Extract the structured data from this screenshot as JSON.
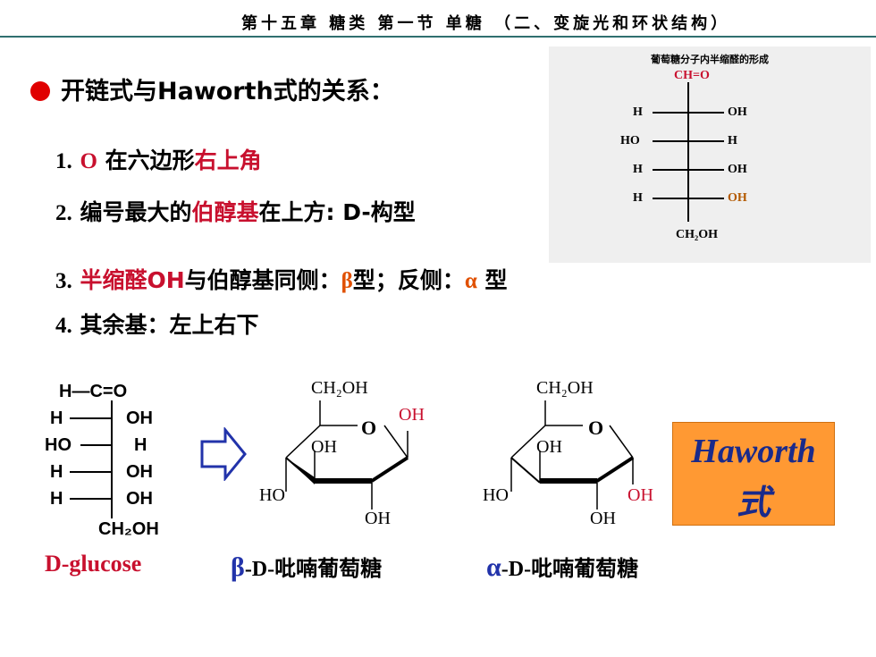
{
  "header": {
    "title": "第十五章 糖类 第一节 单糖 （二、变旋光和环状结构）"
  },
  "heading": {
    "text": "开链式与Haworth式的关系："
  },
  "rules": [
    {
      "num": "1.",
      "parts": [
        "O",
        " 在六边形",
        "右上角"
      ]
    },
    {
      "num": "2.",
      "parts": [
        "编号最大的",
        "伯醇基",
        "在上方: D-构型"
      ]
    },
    {
      "num": "3.",
      "parts": [
        "半缩醛OH",
        "与伯醇基同侧：",
        "β",
        "型；反侧：",
        "α",
        " 型"
      ]
    },
    {
      "num": "4.",
      "parts": [
        "其余基：左上右下"
      ]
    }
  ],
  "fischer_card": {
    "title": "葡萄糖分子内半缩醛的形成",
    "top": "CH=O",
    "bottom": "CH₂OH",
    "rows": [
      [
        "H",
        "OH"
      ],
      [
        "HO",
        "H"
      ],
      [
        "H",
        "OH"
      ],
      [
        "H",
        "OH"
      ]
    ]
  },
  "fischer_left": {
    "top": "H—C=O",
    "rows": [
      [
        "H",
        "OH"
      ],
      [
        "HO",
        "H"
      ],
      [
        "H",
        "OH"
      ],
      [
        "H",
        "OH"
      ]
    ],
    "bottom": "CH₂OH",
    "caption": "D-glucose"
  },
  "haworth": {
    "ch2oh": "CH₂OH",
    "ring_o": "O",
    "oh": "OH",
    "ho": "HO"
  },
  "captions": {
    "beta_symbol": "β",
    "beta_rest": "-D-吡喃葡萄糖",
    "alpha_symbol": "α",
    "alpha_rest": "-D-吡喃葡萄糖"
  },
  "haworth_box": {
    "line1": "Haworth",
    "line2": "式"
  },
  "colors": {
    "accent_red": "#c8102e",
    "greek_orange": "#e05000",
    "box_orange": "#ff9933",
    "box_text": "#1a2a8a",
    "arrow_blue": "#2233aa",
    "header_rule": "#2f6f6f"
  }
}
